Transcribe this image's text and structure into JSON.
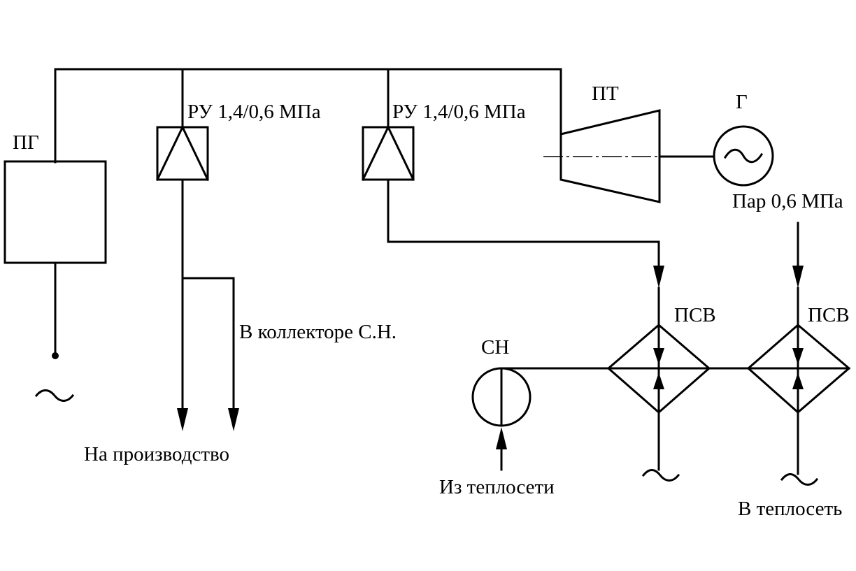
{
  "labels": {
    "steam_generator": "ПГ",
    "reducer_1": "РУ 1,4/0,6 МПа",
    "reducer_2": "РУ 1,4/0,6 МПа",
    "turbine": "ПТ",
    "generator": "Г",
    "steam_extraction": "Пар 0,6 МПа",
    "heater_1": "ПСВ",
    "heater_2": "ПСВ",
    "pump": "СН",
    "collector": "В коллекторе С.Н.",
    "to_production": "На производство",
    "from_heat_network": "Из теплосети",
    "to_heat_network": "В теплосеть"
  }
}
